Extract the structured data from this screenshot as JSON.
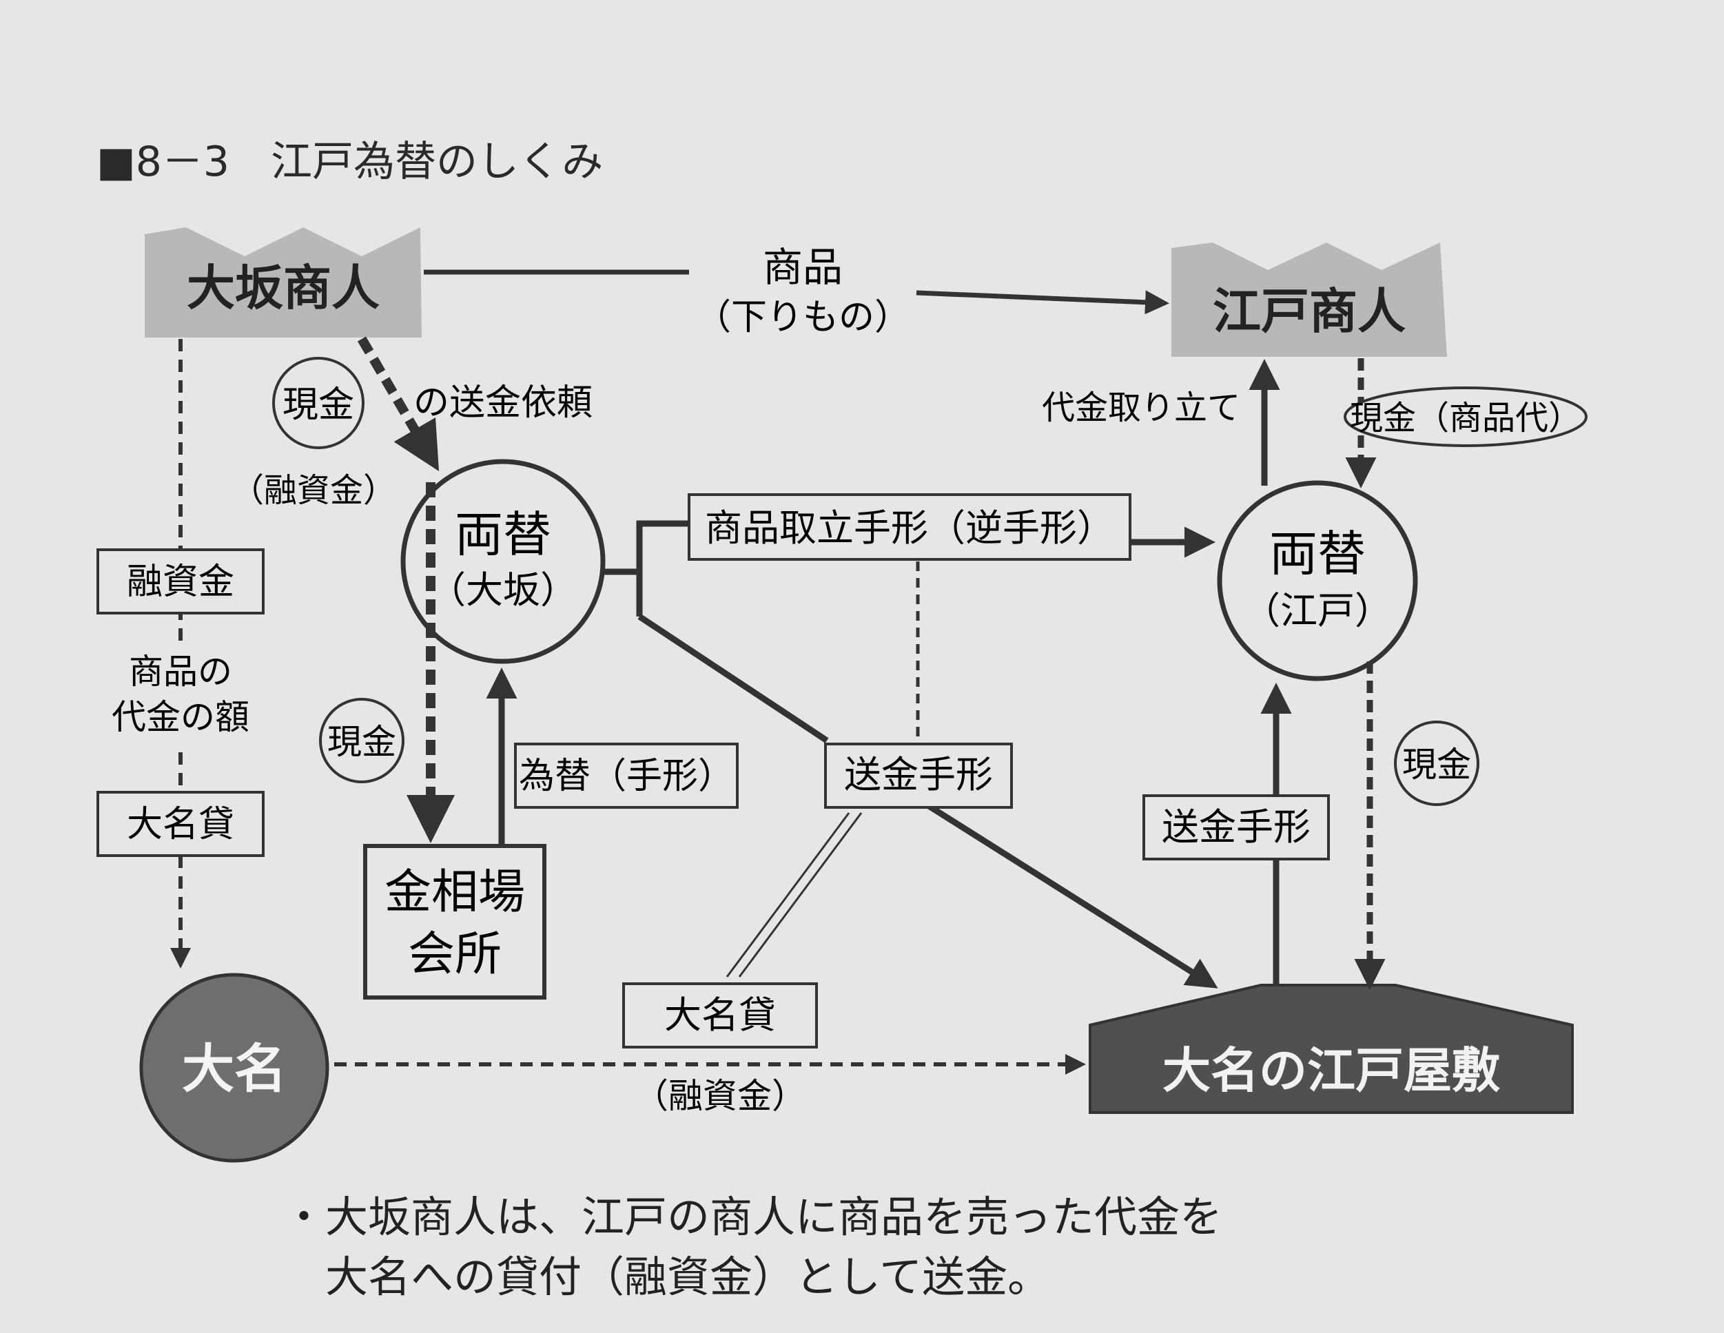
{
  "title": "■8－3　江戸為替のしくみ",
  "nodes": {
    "osaka_merchant": "大坂商人",
    "edo_merchant": "江戸商人",
    "ryogae_osaka": {
      "name": "両替",
      "place": "（大坂）"
    },
    "ryogae_edo": {
      "name": "両替",
      "place": "（江戸）"
    },
    "kinsoba": {
      "line1": "金相場",
      "line2": "会所"
    },
    "daimyo": "大名",
    "edo_yashiki": "大名の江戸屋敷"
  },
  "labels": {
    "goods": "商品",
    "goods_sub": "（下りもの）",
    "cash_circle_1": "現金",
    "remit_request": "の送金依頼",
    "loan_paren_1": "（融資金）",
    "loan_box_left": "融資金",
    "goods_price_1": "商品の",
    "goods_price_2": "代金の額",
    "daimyo_loan_box_left": "大名貸",
    "cash_circle_2": "現金",
    "exchange_bill": "為替（手形）",
    "collection_bill": "商品取立手形（逆手形）",
    "remit_bill_center": "送金手形",
    "daimyo_loan_box_bottom": "大名貸",
    "loan_paren_2": "（融資金）",
    "collect_payment": "代金取り立て",
    "cash_goods_price": "現金（商品代）",
    "remit_bill_right": "送金手形",
    "cash_circle_3": "現金"
  },
  "notes": {
    "line1": "・大坂商人は、江戸の商人に商品を売った代金を",
    "line2": "　大名への貸付（融資金）として送金。"
  },
  "colors": {
    "background": "#e7e5e6",
    "merchant_fill": "#b9b7b8",
    "daimyo_fill": "#6f6d6e",
    "yashiki_fill": "#505050",
    "line": "#333333",
    "text": "#2a2a2a"
  }
}
